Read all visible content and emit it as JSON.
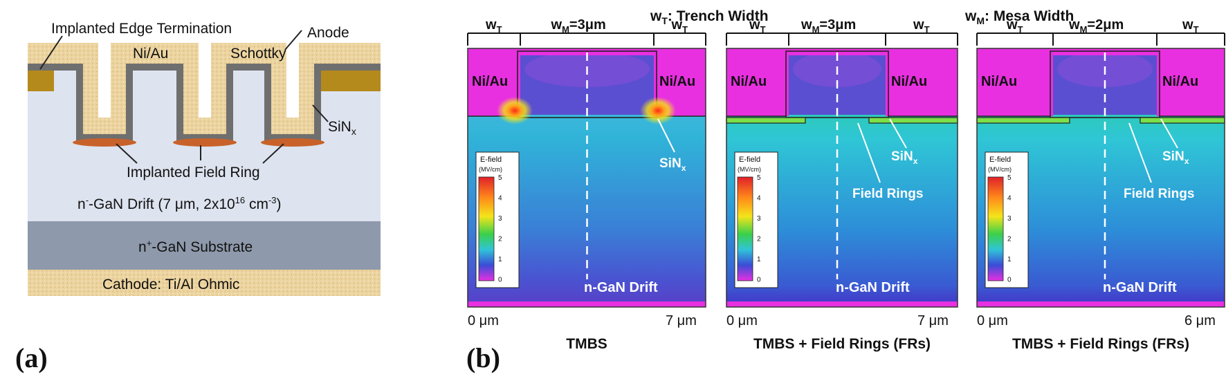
{
  "panel_a": {
    "label": "(a)",
    "edge_termination": "Implanted Edge Termination",
    "anode": "Anode",
    "ni_au": "Ni/Au",
    "schottky": "Schottky",
    "sinx": "SiN",
    "sinx_sub": "x",
    "field_ring": "Implanted Field Ring",
    "drift_pre": "n",
    "drift_sup": "-",
    "drift_mid": "-GaN Drift (7 μm, 2x10",
    "drift_exp": "16",
    "drift_post": " cm",
    "drift_unit_sup": "-3",
    "drift_close": ")",
    "substrate_pre": "n",
    "substrate_sup": "+",
    "substrate_post": "-GaN Substrate",
    "cathode": "Cathode: Ti/Al Ohmic"
  },
  "panel_b": {
    "label": "(b)",
    "legend_trench_main": "w",
    "legend_trench_sub": "T",
    "legend_trench_text": ": Trench Width",
    "legend_mesa_main": "w",
    "legend_mesa_sub": "M",
    "legend_mesa_text": ": Mesa Width",
    "sims": [
      {
        "wt": "w",
        "wt_sub": "T",
        "wm": "w",
        "wm_sub": "M",
        "wm_val": "=3μm",
        "ni_left": "Ni/Au",
        "ni_right": "Ni/Au",
        "sinx": "SiN",
        "sinx_sub": "x",
        "field_rings": "",
        "drift": "n-GaN Drift",
        "x_start": "0 μm",
        "x_end": "7 μm",
        "caption": "TMBS"
      },
      {
        "wt": "w",
        "wt_sub": "T",
        "wm": "w",
        "wm_sub": "M",
        "wm_val": "=3μm",
        "ni_left": "Ni/Au",
        "ni_right": "Ni/Au",
        "sinx": "SiN",
        "sinx_sub": "x",
        "field_rings": "Field Rings",
        "drift": "n-GaN Drift",
        "x_start": "0 μm",
        "x_end": "7 μm",
        "caption": "TMBS + Field Rings (FRs)"
      },
      {
        "wt": "w",
        "wt_sub": "T",
        "wm": "w",
        "wm_sub": "M",
        "wm_val": "=2μm",
        "ni_left": "Ni/Au",
        "ni_right": "Ni/Au",
        "sinx": "SiN",
        "sinx_sub": "x",
        "field_rings": "Field Rings",
        "drift": "n-GaN Drift",
        "x_start": "0 μm",
        "x_end": "6 μm",
        "caption": "TMBS + Field Rings (FRs)"
      }
    ],
    "colorbar": {
      "title": "E-field",
      "unit": "(MV/cm)",
      "ticks": [
        "5",
        "4",
        "3",
        "2",
        "1",
        "0"
      ]
    }
  },
  "colors": {
    "gold": "#e8cf9a",
    "drift_light": "#dde3ef",
    "substrate": "#8e99ab",
    "sinx": "#6f6f6f",
    "ring": "#c8622a",
    "contact": "#b58a1c",
    "magenta": "#e830e0",
    "field_cyan": "#3fc7d8"
  }
}
